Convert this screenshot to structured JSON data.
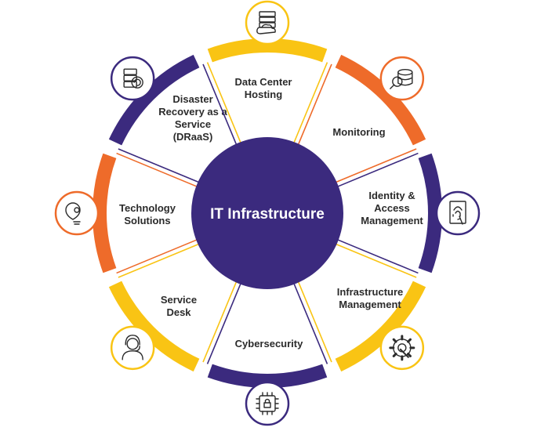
{
  "center": {
    "title": "IT Infrastructure"
  },
  "segments": [
    {
      "id": "data-center",
      "lines": [
        "Data Center",
        "Hosting"
      ],
      "icon": "server-cloud-icon",
      "color": "#F9C414"
    },
    {
      "id": "monitoring",
      "lines": [
        "Monitoring"
      ],
      "icon": "database-search-icon",
      "color": "#EE6B2A"
    },
    {
      "id": "identity",
      "lines": [
        "Identity &",
        "Access",
        "Management"
      ],
      "icon": "fingerprint-door-icon",
      "color": "#3B2A7E"
    },
    {
      "id": "infra-mgmt",
      "lines": [
        "Infrastructure",
        "Management"
      ],
      "icon": "gear-wrench-icon",
      "color": "#F9C414"
    },
    {
      "id": "cybersecurity",
      "lines": [
        "Cybersecurity"
      ],
      "icon": "chip-lock-icon",
      "color": "#3B2A7E"
    },
    {
      "id": "service-desk",
      "lines": [
        "Service",
        "Desk"
      ],
      "icon": "headset-agent-icon",
      "color": "#F9C414"
    },
    {
      "id": "tech-solutions",
      "lines": [
        "Technology",
        "Solutions"
      ],
      "icon": "lightbulb-gear-icon",
      "color": "#EE6B2A"
    },
    {
      "id": "draas",
      "lines": [
        "Disaster",
        "Recovery as a",
        "Service",
        "(DRaaS)"
      ],
      "icon": "server-recovery-icon",
      "color": "#3B2A7E"
    }
  ],
  "colors": {
    "purple": "#3B2A7E",
    "orange": "#EE6B2A",
    "yellow": "#F9C414"
  }
}
